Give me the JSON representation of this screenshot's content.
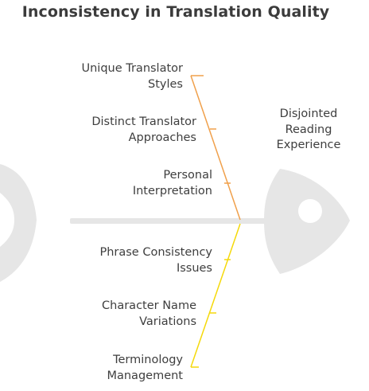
{
  "title": "Inconsistency in Translation Quality",
  "effect": "Disjointed\nReading\nExperience",
  "causes_top": [
    "Unique Translator\nStyles",
    "Distinct Translator\nApproaches",
    "Personal\nInterpretation"
  ],
  "causes_bottom": [
    "Phrase Consistency\nIssues",
    "Character Name\nVariations",
    "Terminology\nManagement"
  ],
  "colors": {
    "top_bones": "#F0A04B",
    "bottom_bones": "#F5D90A",
    "fish": "#E6E6E6",
    "text": "#3E3E3E"
  }
}
